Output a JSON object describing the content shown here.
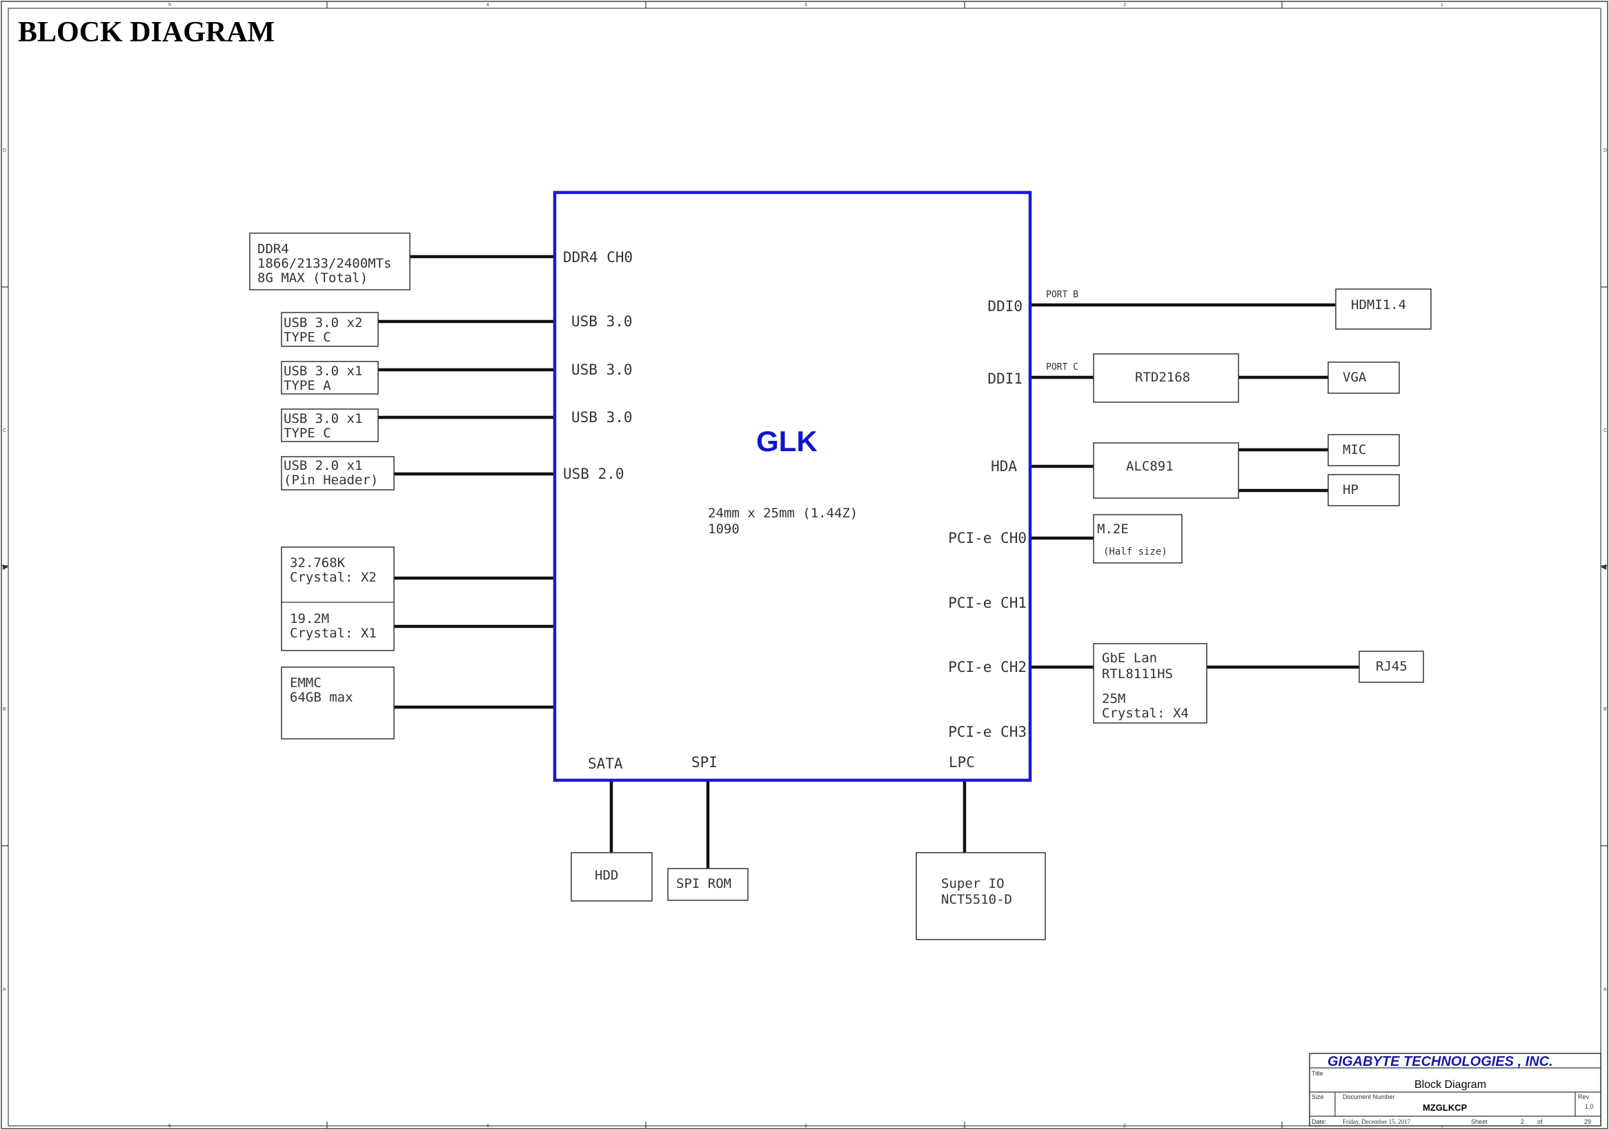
{
  "page_title": "BLOCK DIAGRAM",
  "border": {
    "col_markers": [
      "5",
      "4",
      "3",
      "2",
      "1"
    ],
    "row_markers": [
      "D",
      "C",
      "B",
      "A"
    ]
  },
  "chip": {
    "name": "GLK",
    "package": "24mm x 25mm (1.44Z)",
    "balls": "1090",
    "ports": {
      "ddr4": "DDR4  CH0",
      "usb30_1": "USB 3.0",
      "usb30_2": "USB 3.0",
      "usb30_3": "USB 3.0",
      "usb20": "USB 2.0",
      "ddi0": "DDI0",
      "ddi1": "DDI1",
      "hda": "HDA",
      "pcie0": "PCI-e CH0",
      "pcie1": "PCI-e CH1",
      "pcie2": "PCI-e CH2",
      "pcie3": "PCI-e CH3",
      "sata": "SATA",
      "spi": "SPI",
      "lpc": "LPC"
    }
  },
  "left_blocks": {
    "ddr4": [
      "DDR4",
      "1866/2133/2400MTs",
      "8G MAX (Total)"
    ],
    "usb_a": [
      "USB 3.0 x2",
      "TYPE C"
    ],
    "usb_b": [
      "USB 3.0 x1",
      "TYPE A"
    ],
    "usb_c": [
      "USB 3.0 x1",
      "TYPE C"
    ],
    "usb_d": [
      "USB 2.0 x1",
      "(Pin Header)"
    ],
    "crystal_32k": [
      "32.768K",
      "Crystal: X2"
    ],
    "crystal_19m": [
      "19.2M",
      "Crystal: X1"
    ],
    "emmc": [
      "EMMC",
      "64GB max"
    ]
  },
  "right_blocks": {
    "port_b": "PORT B",
    "port_c": "PORT C",
    "hdmi": "HDMI1.4",
    "rtd": "RTD2168",
    "vga": "VGA",
    "alc": "ALC891",
    "mic": "MIC",
    "hp": "HP",
    "m2e": "M.2E",
    "m2e_size": "(Half size)",
    "gbe": [
      "GbE Lan",
      "RTL8111HS"
    ],
    "gbe_crystal": [
      "25M",
      "Crystal: X4"
    ],
    "rj45": "RJ45"
  },
  "bottom_blocks": {
    "hdd": "HDD",
    "spi_rom": "SPI ROM",
    "superio": [
      "Super IO",
      "NCT5510-D"
    ]
  },
  "title_block": {
    "company": "GIGABYTE TECHNOLOGIES , INC.",
    "title_label": "Title",
    "title": "Block Diagram",
    "size_label": "Size",
    "docnum_label": "Document  Number",
    "docnum": "MZGLKCP",
    "rev_label": "Rev",
    "rev": "1.0",
    "date_label": "Date:",
    "date": "Friday, December 15, 2017",
    "sheet_label": "Sheet",
    "sheet": "2",
    "of_label": "of",
    "sheets": "29"
  },
  "colors": {
    "chip_border": "#1a1ad6",
    "chip_name": "#1414cc",
    "company": "#1a1aa8"
  }
}
